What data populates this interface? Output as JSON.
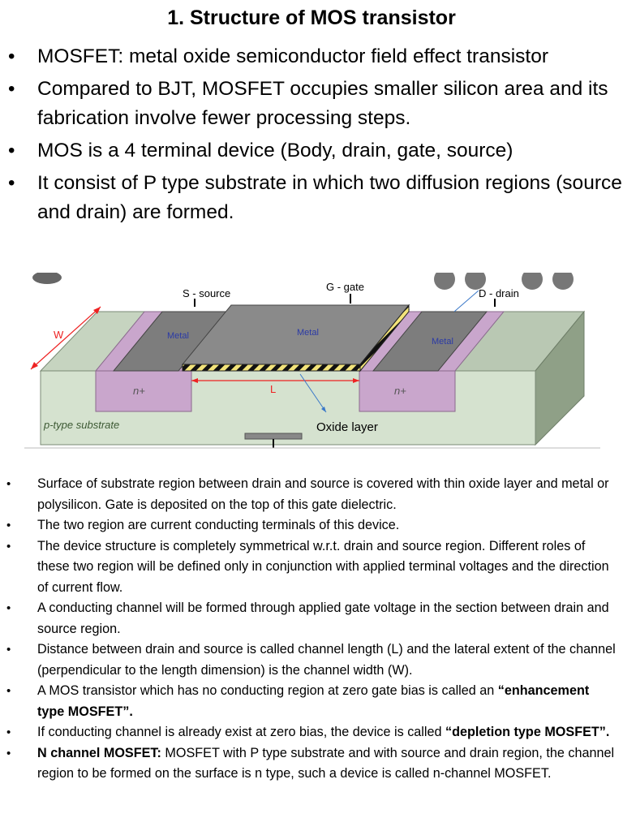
{
  "title": "1. Structure of MOS transistor",
  "top_bullets": [
    "MOSFET: metal oxide semiconductor field effect transistor",
    "Compared to BJT, MOSFET occupies smaller silicon area and its fabrication involve fewer processing steps.",
    "MOS is a 4 terminal device (Body, drain, gate, source)",
    "It consist of P type substrate in which two  diffusion regions (source and drain) are formed."
  ],
  "diagram": {
    "source_label": "S - source",
    "gate_label": "G - gate",
    "drain_label": "D - drain",
    "metal_label": "Metal",
    "n_plus_label": "n+",
    "l_label": "L",
    "w_label": "W",
    "substrate_label": "p-type substrate",
    "oxide_label": "Oxide layer"
  },
  "bottom_bullets": {
    "b1": "Surface of substrate region between drain and source is covered with thin oxide layer and metal or polysilicon. Gate is deposited on the top of this gate dielectric.",
    "b2": "The two  region are current conducting terminals of this device.",
    "b3": "The device structure is completely symmetrical w.r.t. drain and source region. Different roles of these two region will be defined only in conjunction with applied terminal voltages  and the direction of current flow.",
    "b4": "A conducting channel will be formed through applied gate voltage in the section between drain and source region.",
    "b5": "Distance between drain and source is called channel length (L) and the lateral extent of the channel (perpendicular to the length dimension) is the channel width (W).",
    "b6_text": "A MOS transistor which has no conducting region at zero gate bias is called an ",
    "b6_bold": "“enhancement type MOSFET”.",
    "b7_text": "If conducting channel is already exist at zero bias, the device is called ",
    "b7_bold": "“depletion type MOSFET”.",
    "b8_bold": "N channel MOSFET:",
    "b8_text": " MOSFET with P type substrate and with  source and drain region, the channel region to be formed on the surface is n type, such a device is called n-channel MOSFET."
  }
}
